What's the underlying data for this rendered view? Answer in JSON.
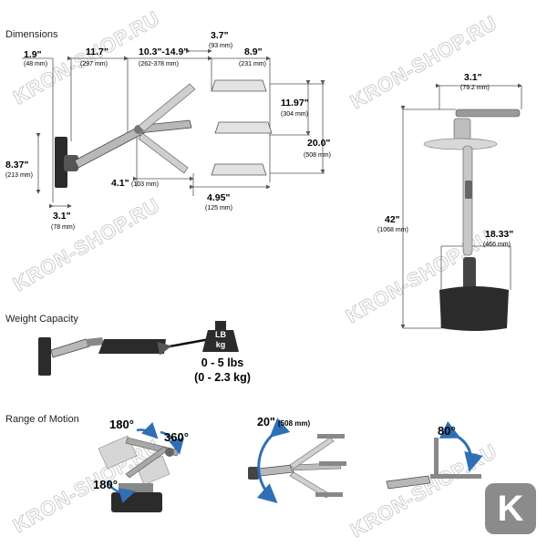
{
  "sections": {
    "dimensions": "Dimensions",
    "weight_capacity": "Weight Capacity",
    "range_of_motion": "Range of Motion"
  },
  "dims": {
    "d1": {
      "big": "1.9\"",
      "small": "(48 mm)"
    },
    "d2": {
      "big": "11.7\"",
      "small": "(297 mm)"
    },
    "d3": {
      "big": "10.3\"-14.9\"",
      "small": "(262-378 mm)"
    },
    "d4": {
      "big": "3.7\"",
      "small": "(93 mm)"
    },
    "d5": {
      "big": "8.9\"",
      "small": "(231 mm)"
    },
    "d6": {
      "big": "11.97\"",
      "small": "(304 mm)"
    },
    "d7": {
      "big": "20.0\"",
      "small": "(508 mm)"
    },
    "d8": {
      "big": "8.37\"",
      "small": "(213 mm)"
    },
    "d9": {
      "big": "4.1\"",
      "small": "(103 mm)"
    },
    "d10": {
      "big": "4.95\"",
      "small": "(125 mm)"
    },
    "d11": {
      "big": "3.1\"",
      "small": "(78 mm)"
    },
    "d12": {
      "big": "3.1\"",
      "small": "(79.2 mm)"
    },
    "d13": {
      "big": "42\"",
      "small": "(1068 mm)"
    },
    "d14": {
      "big": "18.33\"",
      "small": "(466 mm)"
    }
  },
  "weight": {
    "badge_top": "LB",
    "badge_bottom": "kg",
    "line1": "0 - 5 lbs",
    "line2": "(0 - 2.3 kg)"
  },
  "motion": {
    "a180_top": "180°",
    "a360": "360°",
    "a180_bottom": "180°",
    "lift_big": "20\"",
    "lift_small": "(508 mm)",
    "tilt": "80°"
  },
  "watermark": "KRON-SHOP.RU",
  "logo_letter": "K",
  "colors": {
    "line": "#555555",
    "arm": "#9a9a9a",
    "dark": "#2b2b2b",
    "arrow_blue": "#2f6fb5",
    "watermark": "#c9c9c9",
    "logo": "#8b8b8b"
  }
}
